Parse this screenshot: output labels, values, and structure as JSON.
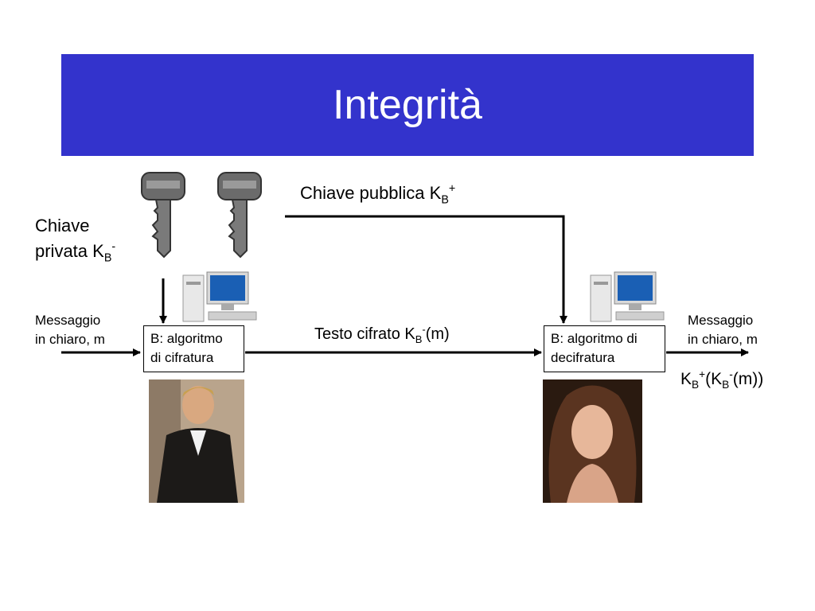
{
  "title": "Integrità",
  "labels": {
    "public_key": {
      "text": "Chiave pubblica K",
      "sub": "B",
      "sup": "+"
    },
    "private_key": {
      "line1": "Chiave",
      "line2": "privata K",
      "sub": "B",
      "sup": "-"
    },
    "plain_left": {
      "line1": "Messaggio",
      "line2": "in chiaro, m"
    },
    "plain_right": {
      "line1": "Messaggio",
      "line2": "in chiaro, m"
    },
    "cipher": {
      "text": "Testo cifrato K",
      "sub": "B",
      "sup": "-",
      "tail": "(m)"
    },
    "result": {
      "k1": "K",
      "sub1": "B",
      "sup1": "+",
      "open": "(K",
      "sub2": "B",
      "sup2": "-",
      "tail": "(m))"
    }
  },
  "boxes": {
    "encrypt": {
      "line1": "B: algoritmo",
      "line2": "di cifratura"
    },
    "decrypt": {
      "line1": "B: algoritmo di",
      "line2": "decifratura"
    }
  },
  "icons": [
    "key-icon",
    "key-icon",
    "computer-icon",
    "computer-icon",
    "man-photo",
    "woman-photo"
  ]
}
